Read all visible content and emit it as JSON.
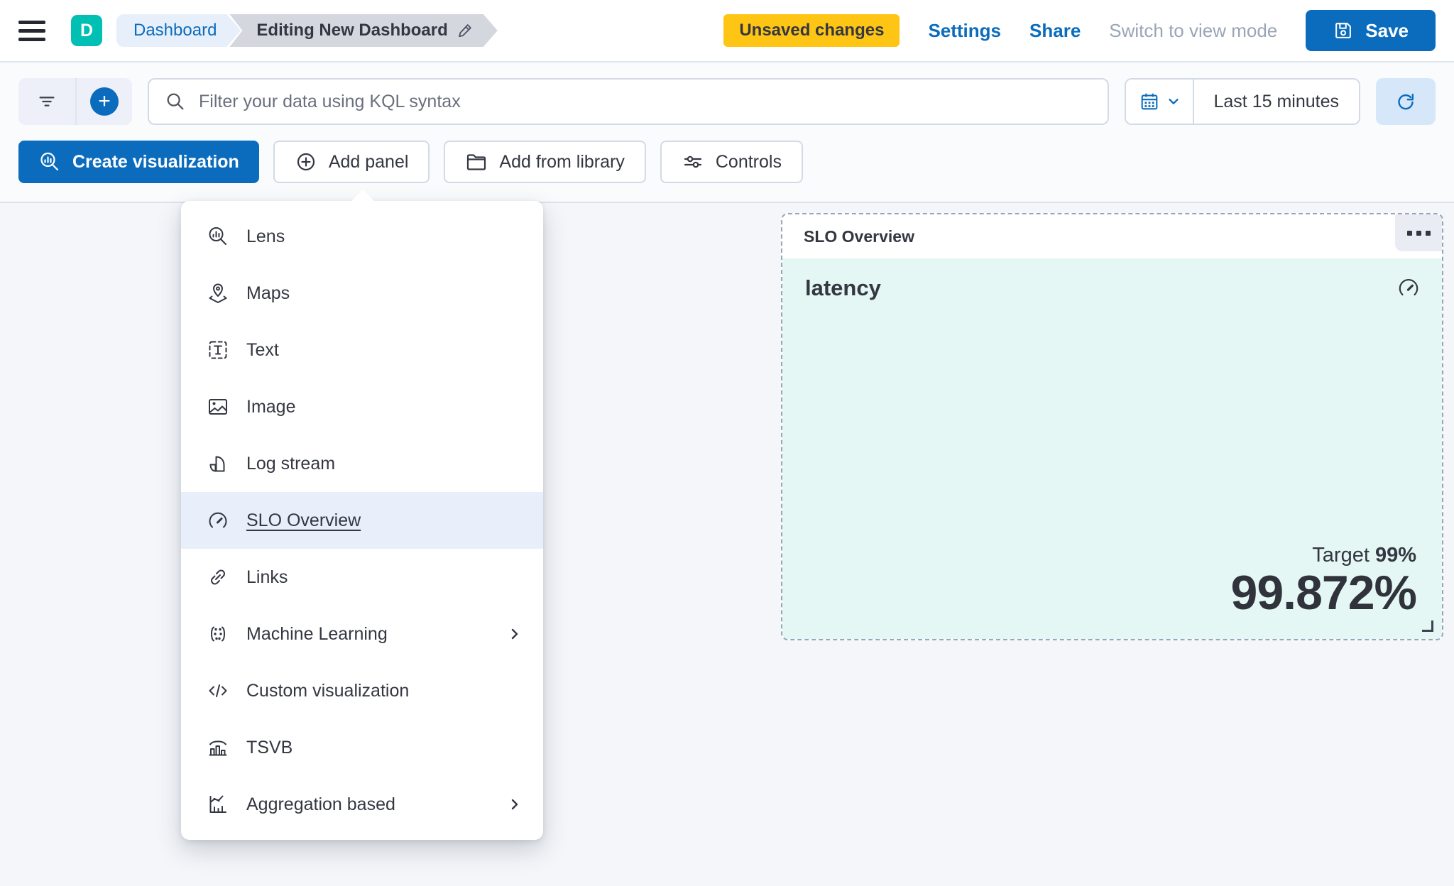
{
  "colors": {
    "primary": "#0b6cbe",
    "warning_badge": "#fec514",
    "avatar_teal": "#00bfb3",
    "panel_body_mint": "#e4f7f4",
    "text": "#343741",
    "menu_highlight": "#e8effa"
  },
  "topbar": {
    "avatar_initial": "D",
    "breadcrumbs": [
      {
        "label": "Dashboard"
      },
      {
        "label": "Editing New Dashboard"
      }
    ],
    "badge": "Unsaved changes",
    "settings_label": "Settings",
    "share_label": "Share",
    "view_mode_label": "Switch to view mode",
    "save_label": "Save"
  },
  "querybar": {
    "search_placeholder": "Filter your data using KQL syntax",
    "time_range": "Last 15 minutes"
  },
  "toolbar": {
    "create_visualization": "Create visualization",
    "add_panel": "Add panel",
    "add_from_library": "Add from library",
    "controls": "Controls"
  },
  "add_panel_menu": {
    "items": [
      {
        "label": "Lens",
        "icon": "lens-icon"
      },
      {
        "label": "Maps",
        "icon": "maps-icon"
      },
      {
        "label": "Text",
        "icon": "text-icon"
      },
      {
        "label": "Image",
        "icon": "image-icon"
      },
      {
        "label": "Log stream",
        "icon": "log-stream-icon"
      },
      {
        "label": "SLO Overview",
        "icon": "gauge-icon",
        "highlighted": true
      },
      {
        "label": "Links",
        "icon": "link-icon"
      },
      {
        "label": "Machine Learning",
        "icon": "machine-learning-icon",
        "has_submenu": true
      },
      {
        "label": "Custom visualization",
        "icon": "code-icon"
      },
      {
        "label": "TSVB",
        "icon": "tsvb-icon"
      },
      {
        "label": "Aggregation based",
        "icon": "aggregation-chart-icon",
        "has_submenu": true
      }
    ]
  },
  "slo_panel": {
    "title": "SLO Overview",
    "metric_name": "latency",
    "target_label": "Target",
    "target_value": "99%",
    "value": "99.872%"
  }
}
